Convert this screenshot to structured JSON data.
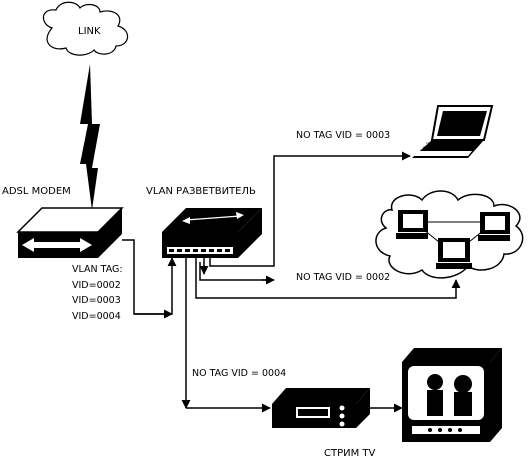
{
  "labels": {
    "link": "LINK",
    "adsl_modem": "ADSL MODEM",
    "vlan_splitter": "VLAN РАЗВЕТВИТЕЛЬ",
    "vlan_tag": "VLAN TAG:",
    "vid_0002": "VID=0002",
    "vid_0003": "VID=0003",
    "vid_0004": "VID=0004",
    "no_tag_0003": "NO TAG VID = 0003",
    "no_tag_0002": "NO TAG VID = 0002",
    "no_tag_0004": "NO TAG VID = 0004",
    "stream_tv": "СТРИМ TV"
  },
  "icons": [
    "cloud-icon",
    "lightning-icon",
    "modem-icon",
    "switch-icon",
    "laptop-icon",
    "network-cloud-icon",
    "set-top-box-icon",
    "tv-icon"
  ]
}
